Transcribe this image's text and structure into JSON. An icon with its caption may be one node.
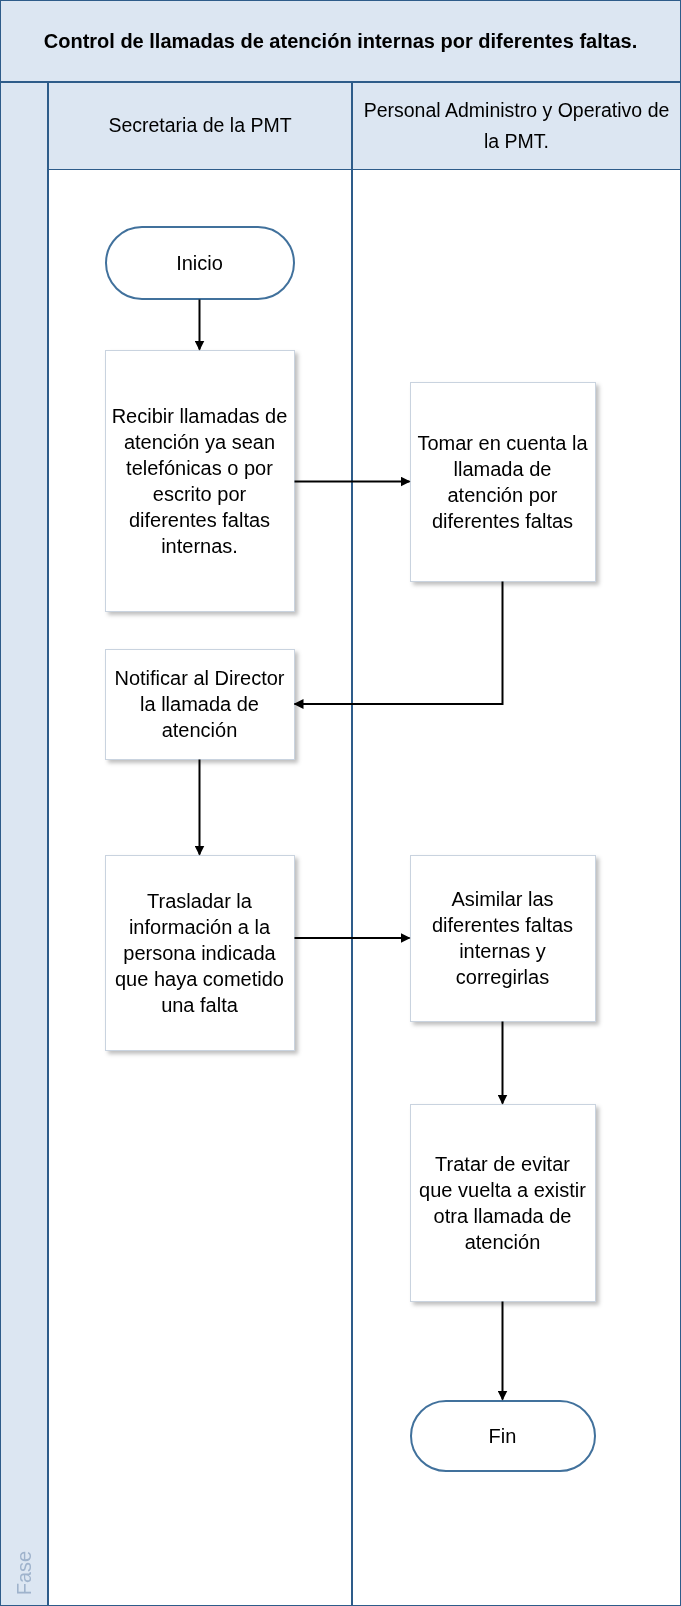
{
  "diagram": {
    "title": "Control de llamadas de atención internas por diferentes faltas.",
    "nodes": [
      {
        "text": [
          "Secretaria de la PMT"
        ]
      },
      {
        "text": [
          "Personal Administro y Operativo de la PMT."
        ]
      },
      {
        "text": [
          "Inicio"
        ],
        "in": 0
      },
      {
        "text": [
          "Recibir llamadas de atención ya sean telefónicas o por escrito por diferentes faltas internas."
        ],
        "in": 0
      },
      {
        "text": [
          "Tomar en cuenta la llamada de atención por diferentes faltas"
        ],
        "in": 1
      },
      {
        "text": [
          "Notificar al Director la llamada de atención"
        ],
        "in": 0
      },
      {
        "text": [
          "Trasladar la información a la persona indicada que haya cometido una falta"
        ],
        "in": 0
      },
      {
        "text": [
          "Asimilar las diferentes faltas internas y corregirlas"
        ],
        "in": 1
      },
      {
        "text": [
          "Tratar de evitar que vuelta a existir otra llamada de atención"
        ],
        "in": 1
      },
      {
        "text": [
          "Fin"
        ],
        "in": 1
      }
    ],
    "edges": [
      {
        "from": 2,
        "to": 3,
        "arrow": "to"
      },
      {
        "from": 3,
        "to": 4,
        "arrow": "to"
      },
      {
        "from": 4,
        "to": 5,
        "arrow": "to"
      },
      {
        "from": 5,
        "to": 6,
        "arrow": "to"
      },
      {
        "from": 6,
        "to": 7,
        "arrow": "to"
      },
      {
        "from": 7,
        "to": 8,
        "arrow": "to"
      },
      {
        "from": 8,
        "to": 9,
        "arrow": "to"
      }
    ],
    "labels": [
      "Fase"
    ]
  }
}
